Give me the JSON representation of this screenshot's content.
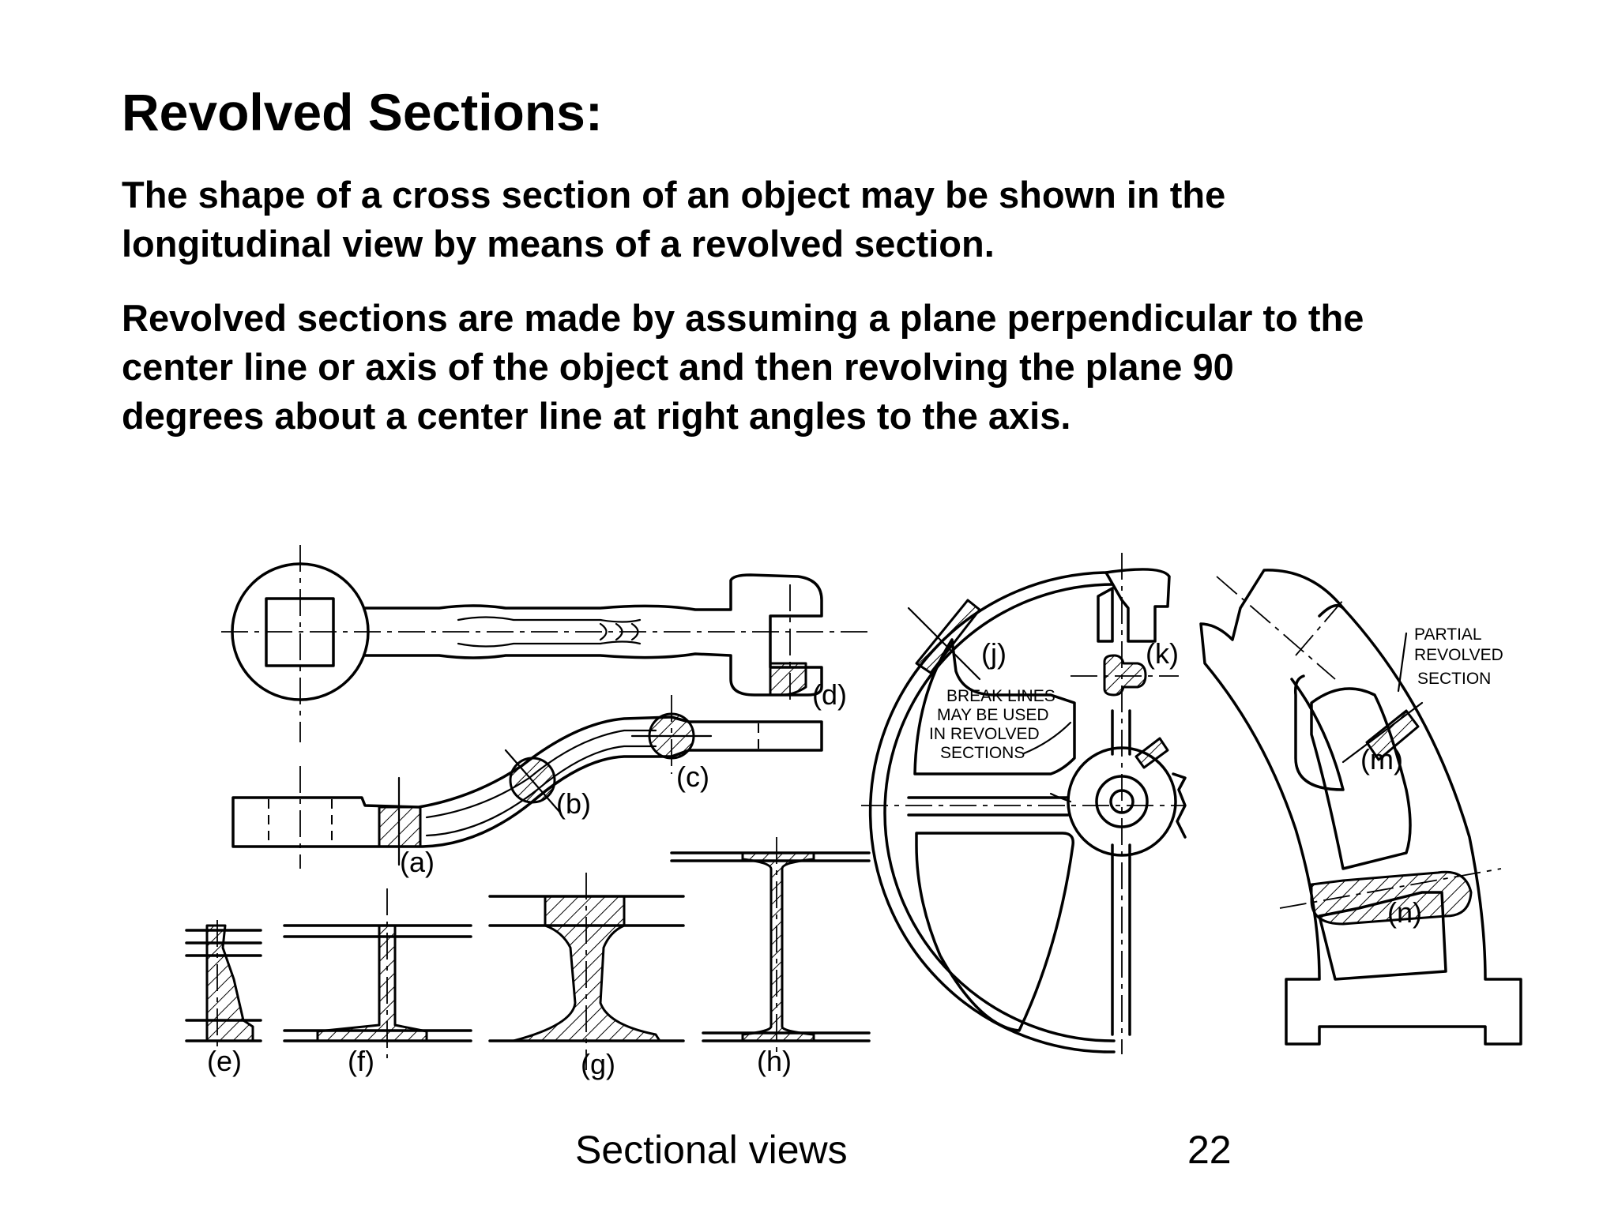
{
  "slide": {
    "title": "Revolved Sections:",
    "paragraphs": [
      "The shape of a cross section of an object may be shown in the\nlongitudinal view by means of a revolved section.",
      "Revolved sections are made by assuming a plane perpendicular to the\ncenter line or axis of the object and then revolving the plane 90\ndegrees about a center line at right angles to the axis."
    ],
    "footer": "Sectional views",
    "page_number": "22"
  },
  "figure": {
    "labels": {
      "a": "(a)",
      "b": "(b)",
      "c": "(c)",
      "d": "(d)",
      "e": "(e)",
      "f": "(f)",
      "g": "(g)",
      "h": "(h)",
      "j": "(j)",
      "k": "(k)",
      "m": "(m)",
      "n": "(n)"
    },
    "notes": {
      "break_lines": [
        "BREAK LINES",
        "MAY BE USED",
        "IN REVOLVED",
        "SECTIONS"
      ],
      "partial_revolved": [
        "PARTIAL",
        "REVOLVED",
        "SECTION"
      ]
    }
  }
}
